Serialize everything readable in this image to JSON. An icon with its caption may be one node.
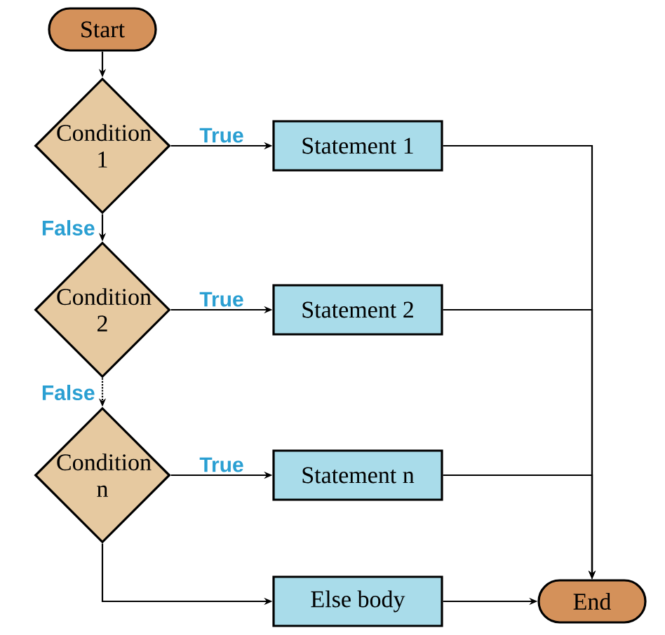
{
  "diagram": {
    "nodes": [
      {
        "text": [
          "Start"
        ]
      },
      {
        "text": [
          "Condition 1"
        ]
      },
      {
        "text": [
          "Statement 1"
        ]
      },
      {
        "text": [
          "Condition 2"
        ]
      },
      {
        "text": [
          "Statement 2"
        ]
      },
      {
        "text": [
          "Condition n"
        ]
      },
      {
        "text": [
          "Statement n"
        ]
      },
      {
        "text": [
          "Else body"
        ]
      },
      {
        "text": [
          "End"
        ]
      }
    ],
    "edges": [
      {
        "from": 0,
        "to": 1,
        "arrow": "to"
      },
      {
        "from": 1,
        "to": 2,
        "arrow": "to",
        "label": "True"
      },
      {
        "from": 1,
        "to": 3,
        "arrow": "to",
        "label": "False"
      },
      {
        "from": 3,
        "to": 4,
        "arrow": "to",
        "label": "True"
      },
      {
        "from": 3,
        "to": 5,
        "arrow": "to",
        "label": "False",
        "style": "dashed"
      },
      {
        "from": 5,
        "to": 6,
        "arrow": "to",
        "label": "True"
      },
      {
        "from": 5,
        "to": 7,
        "arrow": "to"
      },
      {
        "from": 2,
        "to": 8,
        "arrow": "to"
      },
      {
        "from": 4,
        "to": 8,
        "arrow": "to"
      },
      {
        "from": 6,
        "to": 8,
        "arrow": "to"
      },
      {
        "from": 7,
        "to": 8,
        "arrow": "to"
      }
    ]
  }
}
